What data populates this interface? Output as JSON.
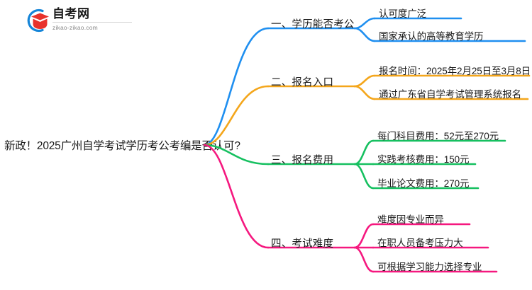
{
  "logo": {
    "name": "zikao-logo",
    "title": "自考网",
    "subtitle": "zikao-zikao.com",
    "arc_color": "#1585d8",
    "mark_color": "#e8322c"
  },
  "central_topic": {
    "text": "新政！2025广州自学考试学历考公考编是否认可?"
  },
  "colors": {
    "branch1": "#1f8ff0",
    "branch2": "#f4a61b",
    "branch3": "#16c060",
    "branch4": "#f5187f",
    "text": "#1a1a1a"
  },
  "branches": [
    {
      "id": "branch-1",
      "label": "一、学历能否考公",
      "color": "#1f8ff0",
      "children": [
        {
          "label": "认可度广泛"
        },
        {
          "label": "国家承认的高等教育学历"
        }
      ]
    },
    {
      "id": "branch-2",
      "label": "二、报名入口",
      "color": "#f4a61b",
      "children": [
        {
          "label": "报名时间：2025年2月25日至3月8日"
        },
        {
          "label": "通过广东省自学考试管理系统报名"
        }
      ]
    },
    {
      "id": "branch-3",
      "label": "三、报名费用",
      "color": "#16c060",
      "children": [
        {
          "label": "每门科目费用：52元至270元"
        },
        {
          "label": "实践考核费用：150元"
        },
        {
          "label": "毕业论文费用：270元"
        }
      ]
    },
    {
      "id": "branch-4",
      "label": "四、考试难度",
      "color": "#f5187f",
      "children": [
        {
          "label": "难度因专业而异"
        },
        {
          "label": "在职人员备考压力大"
        },
        {
          "label": "可根据学习能力选择专业"
        }
      ]
    }
  ]
}
